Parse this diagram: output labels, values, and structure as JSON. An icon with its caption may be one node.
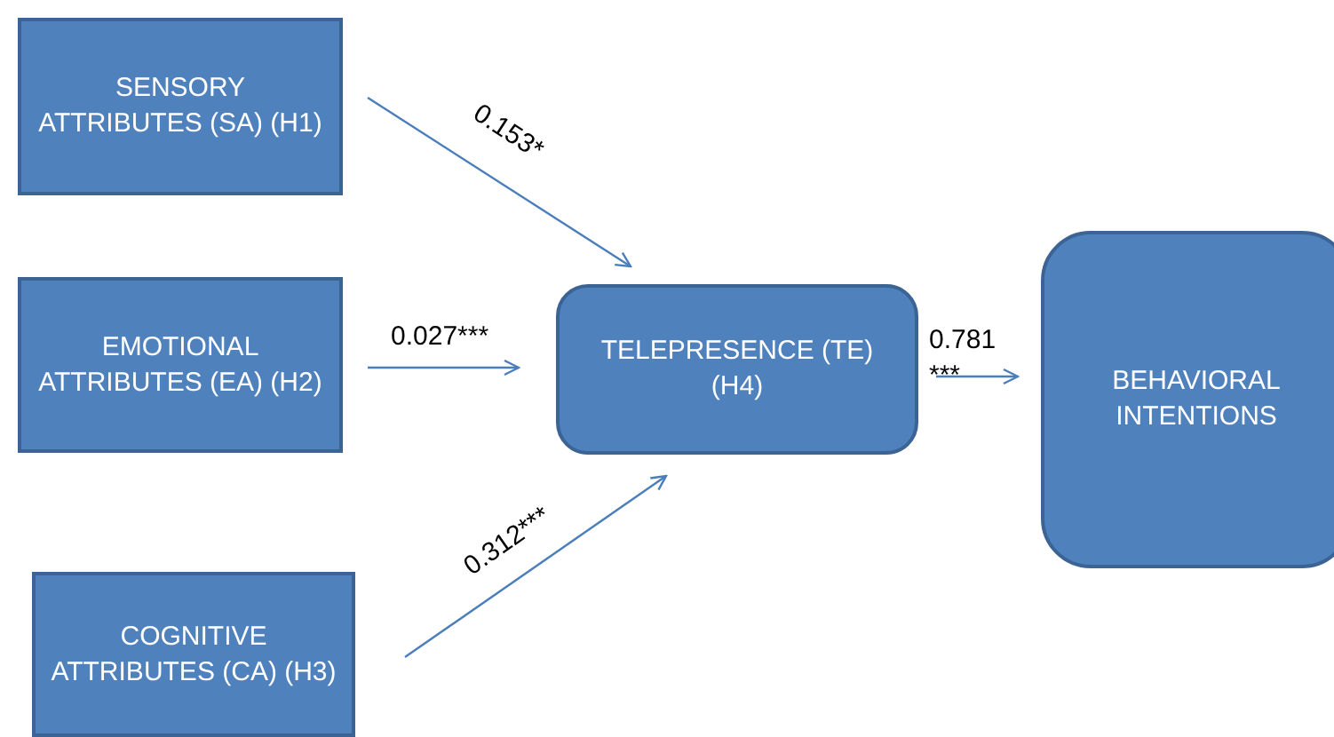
{
  "diagram": {
    "nodes": [
      {
        "text": [
          "SENSORY ATTRIBUTES (SA) (H1)"
        ]
      },
      {
        "text": [
          "EMOTIONAL ATTRIBUTES (EA) (H2)"
        ]
      },
      {
        "text": [
          "COGNITIVE ATTRIBUTES (CA) (H3)"
        ]
      },
      {
        "text": [
          "TELEPRESENCE (TE) (H4)"
        ]
      },
      {
        "text": [
          "BEHAVIORAL INTENTIONS"
        ]
      }
    ],
    "edges": [
      {
        "from": 0,
        "to": 3,
        "arrow": "to",
        "label": "0.153*"
      },
      {
        "from": 1,
        "to": 3,
        "arrow": "to",
        "label": "0.027***"
      },
      {
        "from": 2,
        "to": 3,
        "arrow": "to",
        "label": "0.312***"
      },
      {
        "from": 3,
        "to": 4,
        "arrow": "to",
        "label": "0.781 ***"
      }
    ]
  }
}
